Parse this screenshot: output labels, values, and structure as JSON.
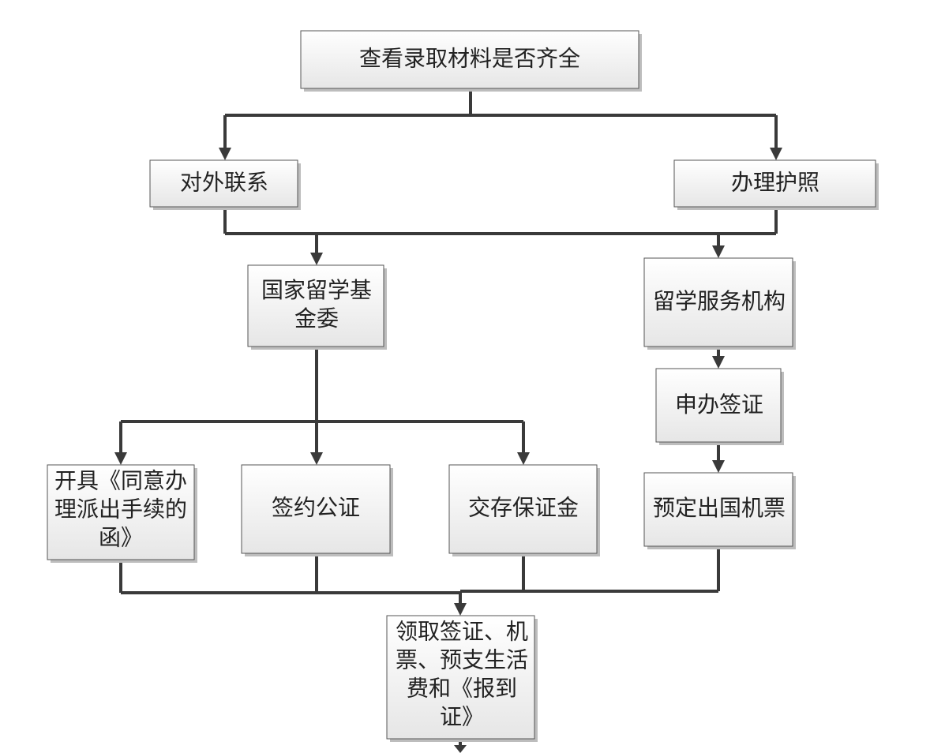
{
  "nodes": {
    "check_materials": {
      "lines": [
        "查看录取材料是否齐全"
      ]
    },
    "external_contact": {
      "lines": [
        "对外联系"
      ]
    },
    "passport": {
      "lines": [
        "办理护照"
      ]
    },
    "csc": {
      "lines": [
        "国家留学基",
        "金委"
      ]
    },
    "agency": {
      "lines": [
        "留学服务机构"
      ]
    },
    "visa_apply": {
      "lines": [
        "申办签证"
      ]
    },
    "consent_letter": {
      "lines": [
        "开具《同意办",
        "理派出手续的",
        "函》"
      ]
    },
    "notarize": {
      "lines": [
        "签约公证"
      ]
    },
    "deposit": {
      "lines": [
        "交存保证金"
      ]
    },
    "ticket": {
      "lines": [
        "预定出国机票"
      ]
    },
    "collect": {
      "lines": [
        "领取签证、机",
        "票、预支生活",
        "费和《报到",
        "证》"
      ]
    }
  }
}
